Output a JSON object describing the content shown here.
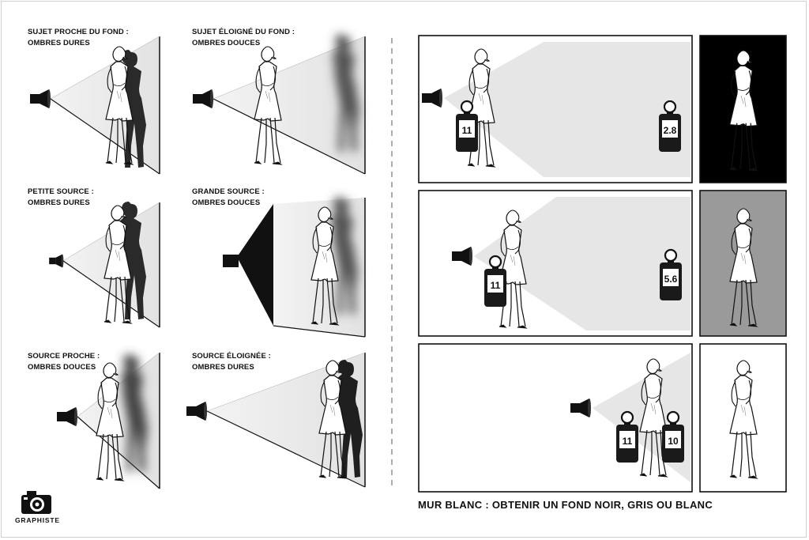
{
  "diagrams": [
    {
      "title": "SUJET PROCHE DU FOND  :",
      "subtitle": "OMBRES DURES"
    },
    {
      "title": "SUJET ÉLOIGNÉ DU FOND  :",
      "subtitle": "OMBRES DOUCES"
    },
    {
      "title": "PETITE SOURCE  :",
      "subtitle": "OMBRES DURES"
    },
    {
      "title": "GRANDE SOURCE  :",
      "subtitle": "OMBRES DOUCES"
    },
    {
      "title": "SOURCE PROCHE  :",
      "subtitle": "OMBRES DOUCES"
    },
    {
      "title": "SOURCE ÉLOIGNÉE  :",
      "subtitle": "OMBRES DURES"
    }
  ],
  "setups": [
    {
      "meters": [
        "11",
        "2.8"
      ],
      "result_background": "#000000"
    },
    {
      "meters": [
        "11",
        "5.6"
      ],
      "result_background": "#9a9a9a"
    },
    {
      "meters": [
        "11",
        "10"
      ],
      "result_background": "#ffffff"
    }
  ],
  "bottom_title": "MUR BLANC : OBTENIR UN FOND NOIR, GRIS OU BLANC",
  "logo": {
    "label": "GRAPHISTE",
    "icon": "camera-icon"
  },
  "colors": {
    "ink": "#111111",
    "light": "#e6e6e6",
    "shadow": "#2a2a2a"
  }
}
